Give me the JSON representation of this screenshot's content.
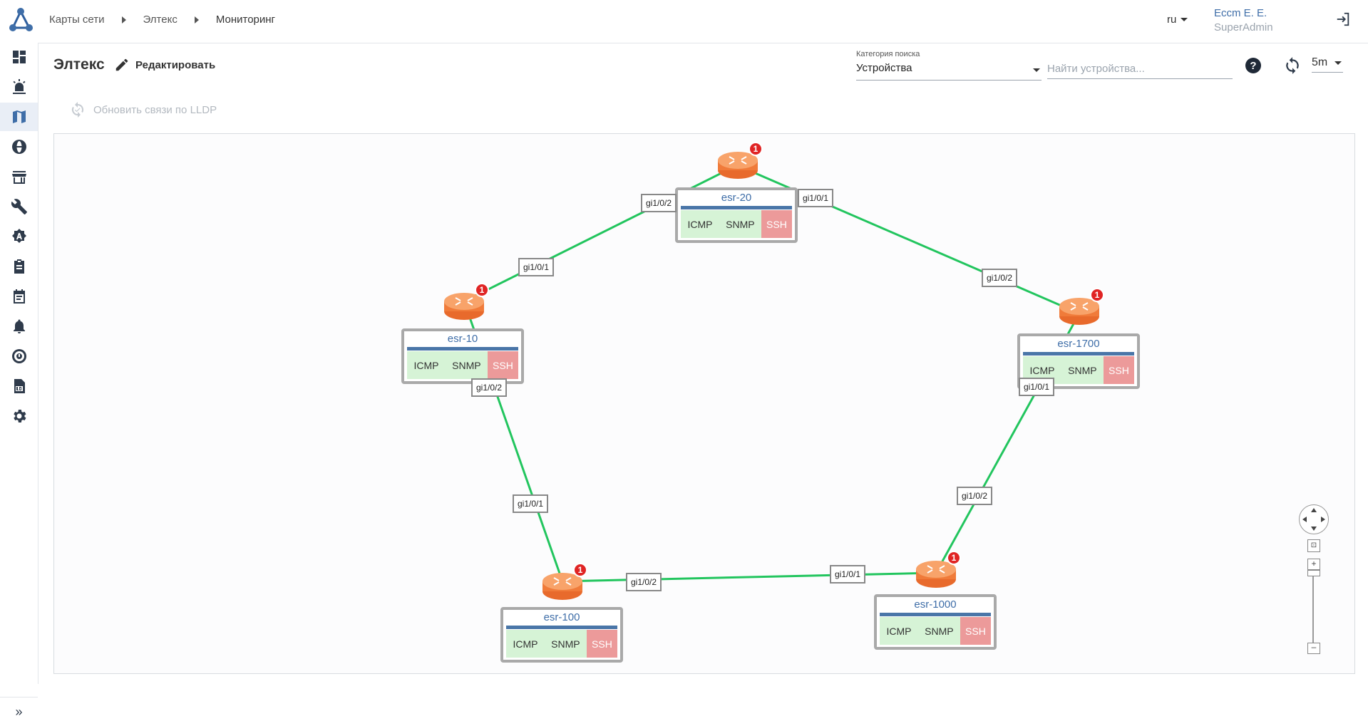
{
  "header": {
    "breadcrumb": [
      "Карты сети",
      "Элтекс",
      "Мониторинг"
    ],
    "language": "ru",
    "user_name": "Eccm E. E.",
    "user_role": "SuperAdmin"
  },
  "sidebar": {
    "items": [
      {
        "icon": "dashboard-icon"
      },
      {
        "icon": "alarm-icon"
      },
      {
        "icon": "map-icon",
        "active": true
      },
      {
        "icon": "globe-icon"
      },
      {
        "icon": "store-icon"
      },
      {
        "icon": "wrench-icon"
      },
      {
        "icon": "auto-icon"
      },
      {
        "icon": "clipboard-icon"
      },
      {
        "icon": "calendar-icon"
      },
      {
        "icon": "bell-icon"
      },
      {
        "icon": "monitor-icon"
      },
      {
        "icon": "log-icon"
      },
      {
        "icon": "gear-icon"
      }
    ],
    "expand": "»"
  },
  "toolbar": {
    "page_title": "Элтекс",
    "edit_label": "Редактировать",
    "search_category_label": "Категория поиска",
    "search_category_value": "Устройства",
    "search_placeholder": "Найти устройства...",
    "interval": "5m",
    "lldp_label": "Обновить связи по LLDP"
  },
  "map": {
    "devices": [
      {
        "name": "esr-20",
        "alarms": "1",
        "protocols": [
          "ICMP",
          "SNMP",
          "SSH"
        ]
      },
      {
        "name": "esr-10",
        "alarms": "1",
        "protocols": [
          "ICMP",
          "SNMP",
          "SSH"
        ]
      },
      {
        "name": "esr-1700",
        "alarms": "1",
        "protocols": [
          "ICMP",
          "SNMP",
          "SSH"
        ]
      },
      {
        "name": "esr-100",
        "alarms": "1",
        "protocols": [
          "ICMP",
          "SNMP",
          "SSH"
        ]
      },
      {
        "name": "esr-1000",
        "alarms": "1",
        "protocols": [
          "ICMP",
          "SNMP",
          "SSH"
        ]
      }
    ],
    "ports": [
      "gi1/0/2",
      "gi1/0/1",
      "gi1/0/1",
      "gi1/0/2",
      "gi1/0/2",
      "gi1/0/1",
      "gi1/0/1",
      "gi1/0/2",
      "gi1/0/2",
      "gi1/0/1"
    ],
    "link_color": "#22c55e",
    "status_colors": {
      "ok": "#d6f3d6",
      "fail": "#ec9a9a"
    }
  },
  "zoom": {
    "plus": "+",
    "minus": "–"
  }
}
